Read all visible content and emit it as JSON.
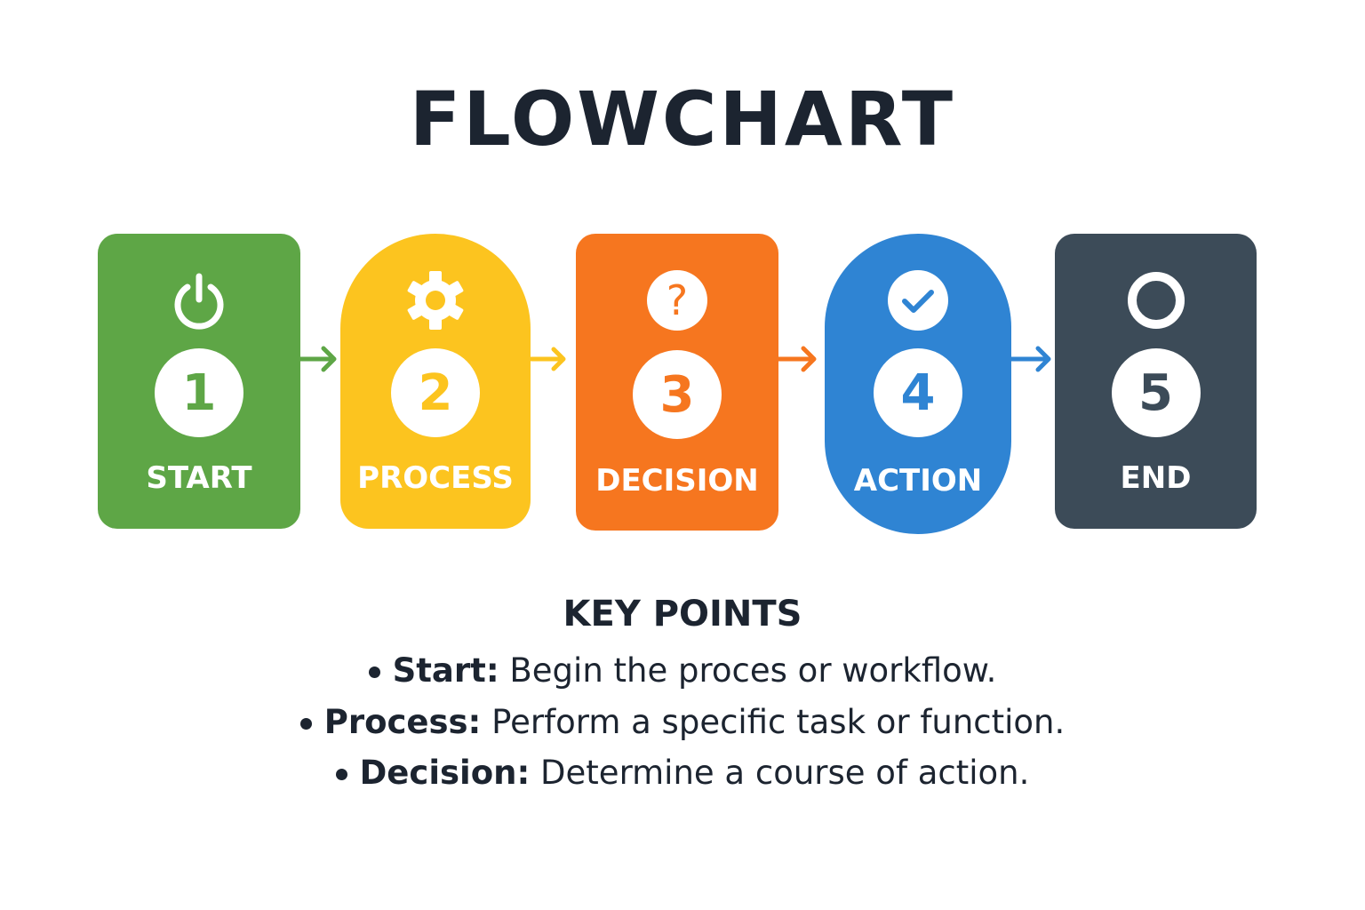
{
  "title": "FLOWCHART",
  "steps": [
    {
      "number": "1",
      "label": "START",
      "icon": "power-icon",
      "color": "#5ea646"
    },
    {
      "number": "2",
      "label": "PROCESS",
      "icon": "gear-icon",
      "color": "#fcc41f"
    },
    {
      "number": "3",
      "label": "DECISION",
      "icon": "question-icon",
      "color": "#f6761f"
    },
    {
      "number": "4",
      "label": "ACTION",
      "icon": "check-icon",
      "color": "#2f84d3"
    },
    {
      "number": "5",
      "label": "END",
      "icon": "circle-icon",
      "color": "#3c4b58"
    }
  ],
  "key_points": {
    "heading": "KEY POINTS",
    "items": [
      {
        "term": "Start:",
        "text": " Begin the proces or workflow."
      },
      {
        "term": "Process:",
        "text": " Perform a specific task or function."
      },
      {
        "term": "Decision:",
        "text": " Determine a course of action."
      }
    ]
  }
}
